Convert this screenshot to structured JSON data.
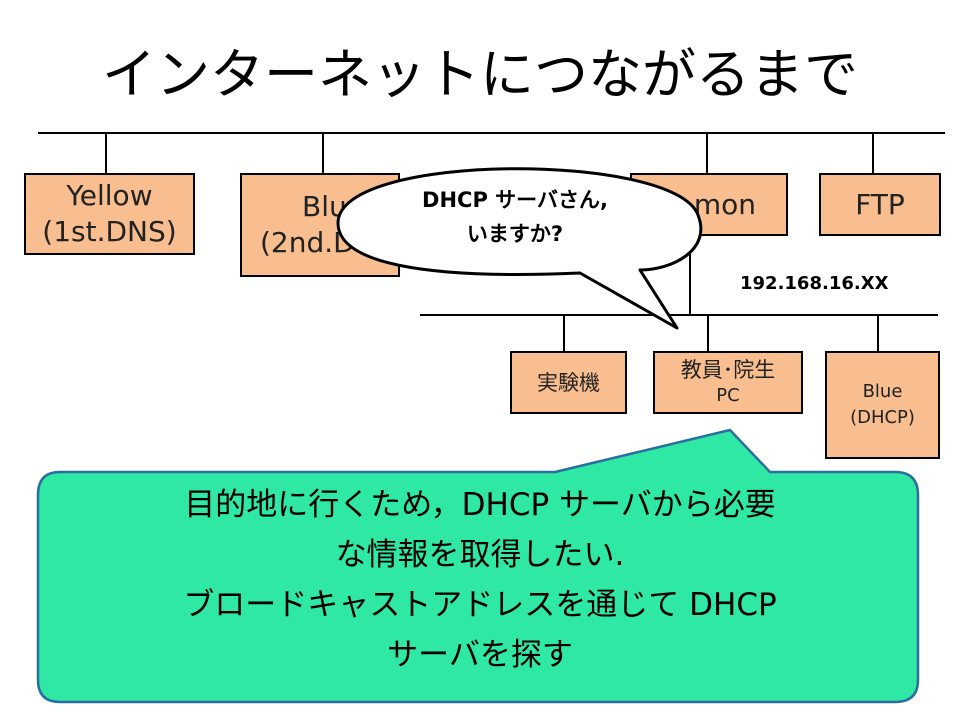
{
  "title": "インターネットにつながるまで",
  "servers": {
    "yellow": [
      "Yellow",
      "(1st.DNS)"
    ],
    "blue": [
      "Blue",
      "(2nd.DNS)"
    ],
    "mon": [
      "mon"
    ],
    "ftp": [
      "FTP"
    ]
  },
  "subnet_label": "192.168.16.XX",
  "hosts": {
    "experiment": [
      "実験機"
    ],
    "staff_pc": [
      "教員･院生",
      "PC"
    ],
    "dhcp": [
      "Blue",
      "(DHCP)"
    ]
  },
  "speech_bubble": [
    "DHCP サーバさん,",
    "いますか?"
  ],
  "note": [
    "目的地に行くため，DHCP サーバから必要",
    "な情報を取得したい.",
    "ブロードキャストアドレスを通じて DHCP",
    "サーバを探す"
  ],
  "colors": {
    "box_fill": "#f9be8f",
    "note_fill": "#2ee8a4",
    "bubble_fill": "#ffffff"
  }
}
